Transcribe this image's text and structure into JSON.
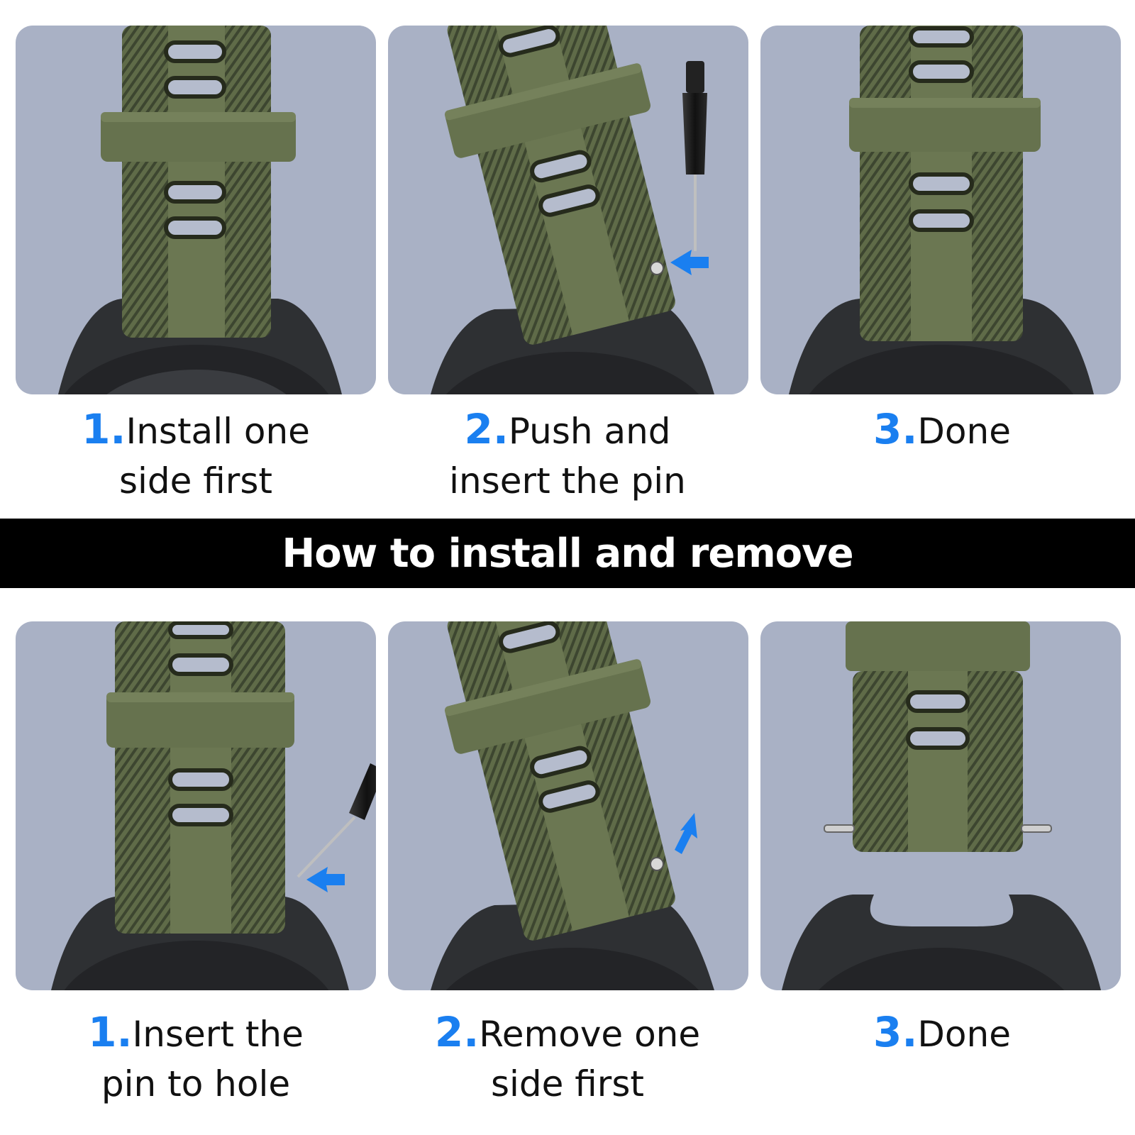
{
  "colors": {
    "panel_bg": "#a9b1c5",
    "strap": "#5f6b48",
    "strap_dark": "#414b31",
    "watch": "#2e3033",
    "accent": "#1a7ff0",
    "banner_bg": "#000000"
  },
  "install_steps": [
    {
      "number": "1.",
      "line1": "Install one",
      "line2": "side first"
    },
    {
      "number": "2.",
      "line1": "Push and",
      "line2": "insert the pin"
    },
    {
      "number": "3.",
      "line1": "Done",
      "line2": ""
    }
  ],
  "banner": {
    "title": "How to install and remove"
  },
  "remove_steps": [
    {
      "number": "1.",
      "line1": "Insert the",
      "line2": "pin to hole"
    },
    {
      "number": "2.",
      "line1": "Remove one",
      "line2": "side first"
    },
    {
      "number": "3.",
      "line1": "Done",
      "line2": ""
    }
  ]
}
